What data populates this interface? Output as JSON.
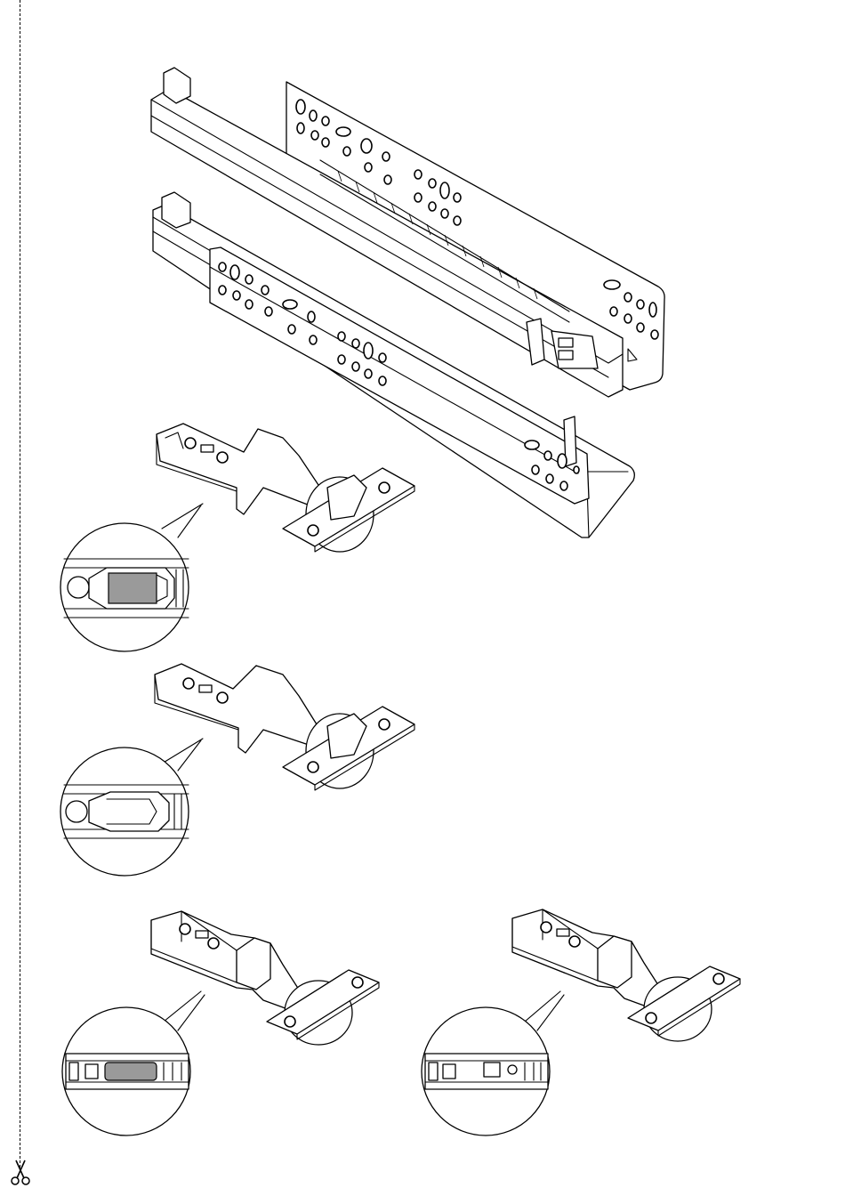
{
  "figure": {
    "parts": [
      {
        "id": "drawer-runners",
        "count": 2
      },
      {
        "id": "hinge-1",
        "detail_view": "soft-close-damper-engaged"
      },
      {
        "id": "hinge-2",
        "detail_view": "soft-close-damper-removed"
      },
      {
        "id": "hinge-3",
        "detail_view": "top-view-damper-installed"
      },
      {
        "id": "hinge-4",
        "detail_view": "top-view-without-damper"
      }
    ],
    "icons": [
      "scissors-icon",
      "cut-line"
    ]
  }
}
